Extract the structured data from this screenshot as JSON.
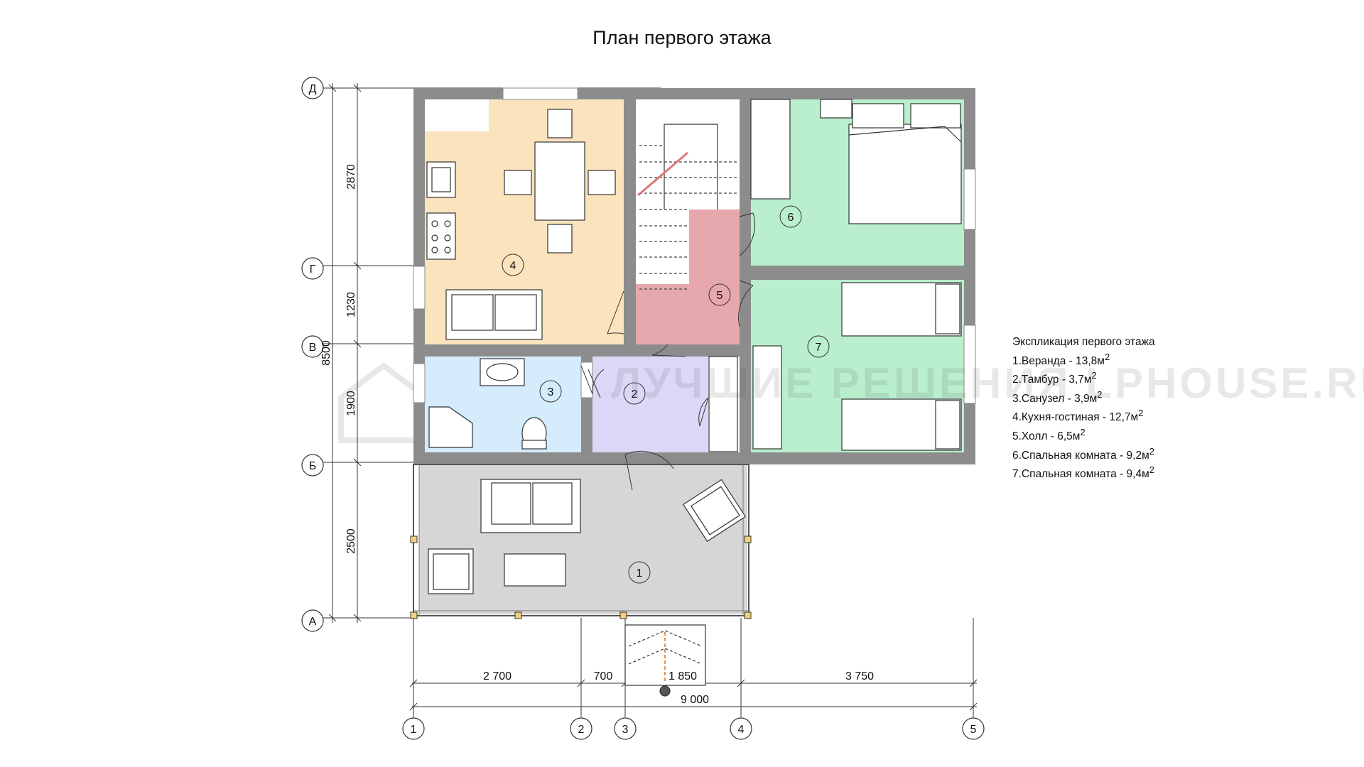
{
  "title": "План первого этажа",
  "axes_rows": [
    "Д",
    "Г",
    "В",
    "Б",
    "А"
  ],
  "axes_cols": [
    "1",
    "2",
    "3",
    "4",
    "5"
  ],
  "dims_left": [
    "2870",
    "1230",
    "1900",
    "2500"
  ],
  "dim_total_left": "8500",
  "dims_bottom": [
    "2 700",
    "700",
    "1 850",
    "3 750"
  ],
  "dim_total_bottom": "9 000",
  "rooms": [
    "1",
    "2",
    "3",
    "4",
    "5",
    "6",
    "7"
  ],
  "colors": {
    "kitchen": "#fbe3bd",
    "bath": "#d4ecfb",
    "vestibule": "#ddd6f6",
    "hall": "#e6a8ac",
    "bedroom": "#b9efcd",
    "veranda": "#d6d6d6",
    "wall": "#8c8c8c"
  },
  "legend": {
    "title": "Экспликация первого этажа",
    "items": [
      {
        "text": "1.Веранда - 13,8м",
        "sup": "2"
      },
      {
        "text": "2.Тамбур - 3,7м",
        "sup": "2"
      },
      {
        "text": "3.Санузел - 3,9м",
        "sup": "2"
      },
      {
        "text": "4.Кухня-гостиная - 12,7м",
        "sup": "2"
      },
      {
        "text": "5.Холл - 6,5м",
        "sup": "2"
      },
      {
        "text": "6.Спальная комната - 9,2м",
        "sup": "2"
      },
      {
        "text": "7.Спальная комната - 9,4м",
        "sup": "2"
      }
    ]
  },
  "watermark": "ЛУЧШИЕ РЕШЕНИЯ LPHOUSE.RU"
}
